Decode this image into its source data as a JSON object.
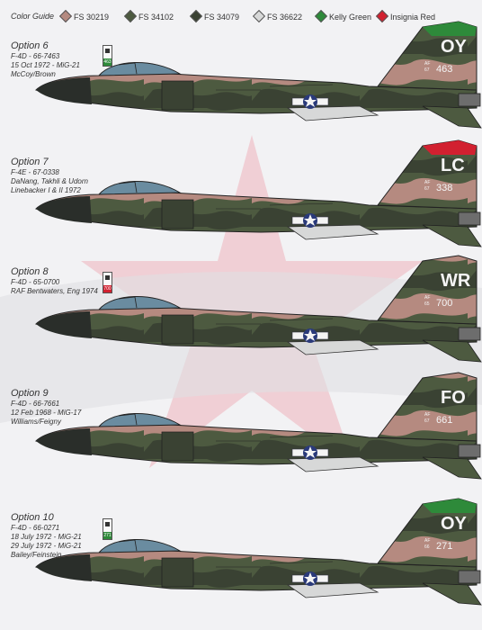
{
  "legend": {
    "title": "Color Guide",
    "items": [
      {
        "label": "FS 30219",
        "color": "#b58a80"
      },
      {
        "label": "FS 34102",
        "color": "#4d5a40"
      },
      {
        "label": "FS 34079",
        "color": "#3a4233"
      },
      {
        "label": "FS 36622",
        "color": "#d7d8d8"
      },
      {
        "label": "Kelly Green",
        "color": "#2e8a3a"
      },
      {
        "label": "Insignia Red",
        "color": "#d22030"
      }
    ]
  },
  "options": [
    {
      "heading": "Option 6",
      "lines": [
        "F-4D - 66-7463",
        "15 Oct 1972 - MiG-21",
        "McCoy/Brown"
      ],
      "tail": {
        "code": "OY",
        "af": "AF",
        "year": "67",
        "serial": "463"
      },
      "badge": {
        "label": "463",
        "color": "#2e8a3a"
      },
      "tip_color": "#2e8a3a"
    },
    {
      "heading": "Option 7",
      "lines": [
        "F-4E - 67-0338",
        "DaNang, Takhli & Udorn",
        "Linebacker I & II 1972"
      ],
      "tail": {
        "code": "LC",
        "af": "AF",
        "year": "67",
        "serial": "338"
      },
      "tip_color": "#d22030"
    },
    {
      "heading": "Option 8",
      "lines": [
        "F-4D - 65-0700",
        "RAF Bentwaters, Eng 1974"
      ],
      "tail": {
        "code": "WR",
        "af": "AF",
        "year": "65",
        "serial": "700"
      },
      "badge": {
        "label": "700",
        "color": "#d22030"
      }
    },
    {
      "heading": "Option 9",
      "lines": [
        "F-4D - 66-7661",
        "12 Feb 1968 - MiG-17",
        "Williams/Feigny"
      ],
      "tail": {
        "code": "FO",
        "af": "AF",
        "year": "67",
        "serial": "661"
      }
    },
    {
      "heading": "Option 10",
      "lines": [
        "F-4D - 66-0271",
        "18 July 1972 - MiG-21",
        "29 July 1972 - MiG-21",
        "Bailey/Feinstein"
      ],
      "tail": {
        "code": "OY",
        "af": "AF",
        "year": "66",
        "serial": "271"
      },
      "badge": {
        "label": "271",
        "color": "#2e8a3a"
      },
      "tip_color": "#2e8a3a"
    }
  ]
}
